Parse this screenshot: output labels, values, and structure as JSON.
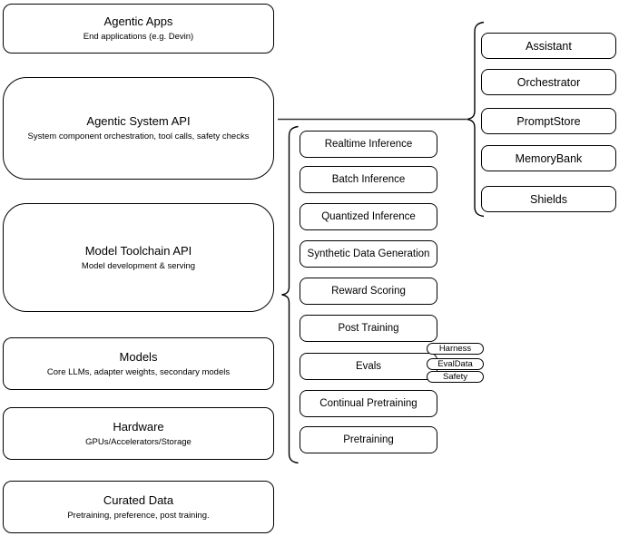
{
  "colors": {
    "canvas_background": "#ffffff",
    "node_stroke": "#000000",
    "text": "#000000"
  },
  "stack": [
    {
      "title": "Agentic Apps",
      "subtitle": "End applications (e.g. Devin)"
    },
    {
      "title": "Agentic System API",
      "subtitle": "System component orchestration, tool calls, safety checks"
    },
    {
      "title": "Model Toolchain API",
      "subtitle": "Model development & serving"
    },
    {
      "title": "Models",
      "subtitle": "Core LLMs, adapter weights, secondary models"
    },
    {
      "title": "Hardware",
      "subtitle": "GPUs/Accelerators/Storage"
    },
    {
      "title": "Curated Data",
      "subtitle": "Pretraining, preference, post training."
    }
  ],
  "toolchain": {
    "items": [
      "Realtime Inference",
      "Batch Inference",
      "Quantized Inference",
      "Synthetic Data Generation",
      "Reward Scoring",
      "Post Training",
      "Evals",
      "Continual Pretraining",
      "Pretraining"
    ]
  },
  "evals_tags": [
    "Harness",
    "EvalData",
    "Safety"
  ],
  "system_components": [
    "Assistant",
    "Orchestrator",
    "PromptStore",
    "MemoryBank",
    "Shields"
  ]
}
